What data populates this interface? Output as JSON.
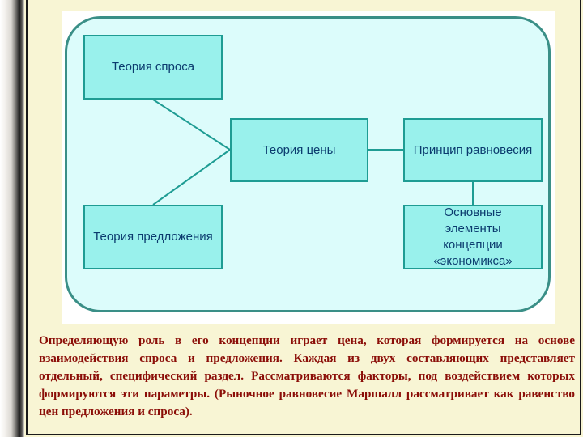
{
  "diagram": {
    "nodes": {
      "demand": "Теория спроса",
      "price": "Теория цены",
      "equilibrium": "Принцип равновесия",
      "supply": "Теория предложения",
      "elements": "Основные\nэлементы\nконцепции\n«экономикса»"
    },
    "colors": {
      "frame_fill": "#dcfcfb",
      "frame_border": "#3a8f87",
      "node_fill": "#99f1ec",
      "node_border": "#1e9c93",
      "node_text": "#0b3b6e",
      "caption_text": "#8b0e08"
    }
  },
  "caption": "Определяющую роль в его концепции играет цена, которая формируется на основе взаимодействия спроса и предложения. Каждая из двух составляющих представляет отдельный, специфический раздел. Рассматриваются факторы, под воздействием которых формируются эти параметры. (Рыночное равновесие Маршалл рассматривает как равенство цен предложения и спроса)."
}
